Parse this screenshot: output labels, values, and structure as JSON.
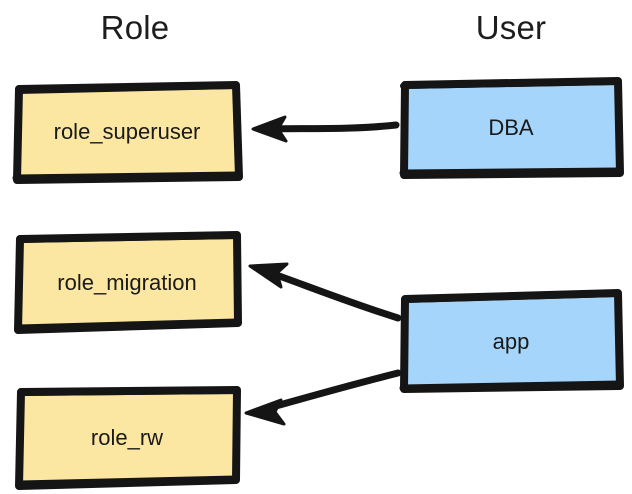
{
  "diagram": {
    "type": "role-user-assignment-diagram",
    "style": "hand-drawn-sketch",
    "columns": [
      {
        "id": "role",
        "title": "Role"
      },
      {
        "id": "user",
        "title": "User"
      }
    ],
    "colors": {
      "role_fill": "#FCE7A2",
      "user_fill": "#A5D5FA",
      "stroke": "#151515",
      "text": "#1a1a1a",
      "background": "#ffffff"
    },
    "nodes": [
      {
        "id": "role_superuser",
        "label": "role_superuser",
        "column": "role",
        "fill": "#FCE7A2"
      },
      {
        "id": "role_migration",
        "label": "role_migration",
        "column": "role",
        "fill": "#FCE7A2"
      },
      {
        "id": "role_rw",
        "label": "role_rw",
        "column": "role",
        "fill": "#FCE7A2"
      },
      {
        "id": "dba",
        "label": "DBA",
        "column": "user",
        "fill": "#A5D5FA"
      },
      {
        "id": "app",
        "label": "app",
        "column": "user",
        "fill": "#A5D5FA"
      }
    ],
    "edges": [
      {
        "from": "dba",
        "to": "role_superuser",
        "direction": "to-role"
      },
      {
        "from": "app",
        "to": "role_migration",
        "direction": "to-role"
      },
      {
        "from": "app",
        "to": "role_rw",
        "direction": "to-role"
      }
    ]
  }
}
